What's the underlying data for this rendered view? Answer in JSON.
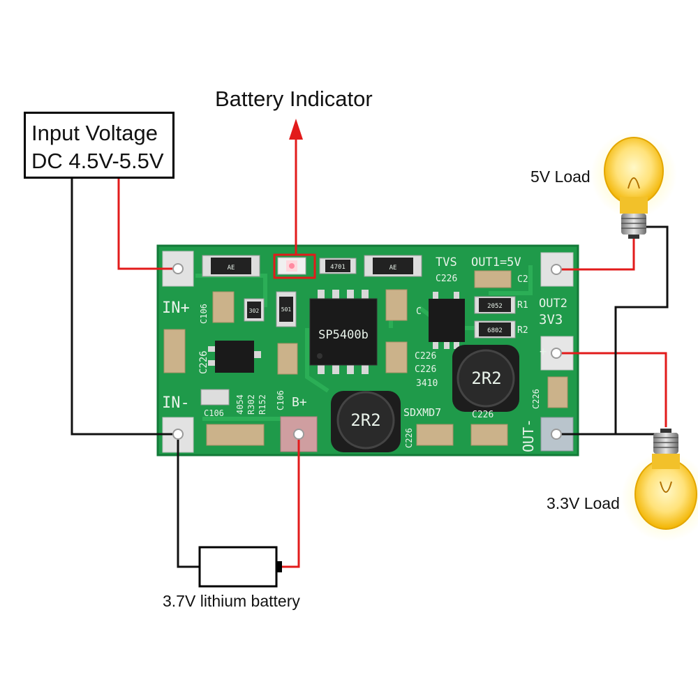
{
  "title": "Battery Indicator",
  "input_box": {
    "line1": "Input Voltage",
    "line2": "DC 4.5V-5.5V"
  },
  "loads": {
    "load_5v": "5V Load",
    "load_3v3": "3.3V Load"
  },
  "battery_label": "3.7V lithium battery",
  "pcb_silkscreen": {
    "in_plus": "IN+",
    "in_minus": "IN-",
    "b_plus": "B+",
    "tvs": "TVS",
    "out1": "OUT1=5V",
    "out2": "OUT2",
    "out2_v": "3V3",
    "out_minus": "OUT-",
    "plus": "+",
    "chip": "SP5400b",
    "inductor": "2R2",
    "sdxmd7": "SDXMD7",
    "c106": "C106",
    "c226": "C226",
    "c2": "C2",
    "r1": "R1",
    "r2": "R2",
    "c": "C",
    "r302": "R302",
    "r152": "R152",
    "n4054": "4054",
    "n3410": "3410",
    "ae": "AE",
    "r4701": "4701",
    "r302_chip": "302",
    "r501": "501",
    "r2052": "2052",
    "r6802": "6802"
  },
  "colors": {
    "pcb": "#1f9a4a",
    "pcb_edge": "#137a38",
    "pad": "#e2e2e2",
    "wire_red": "#e21b1b",
    "wire_black": "#111111",
    "bulb": "#f7c21a",
    "arrow": "#e21b1b"
  }
}
